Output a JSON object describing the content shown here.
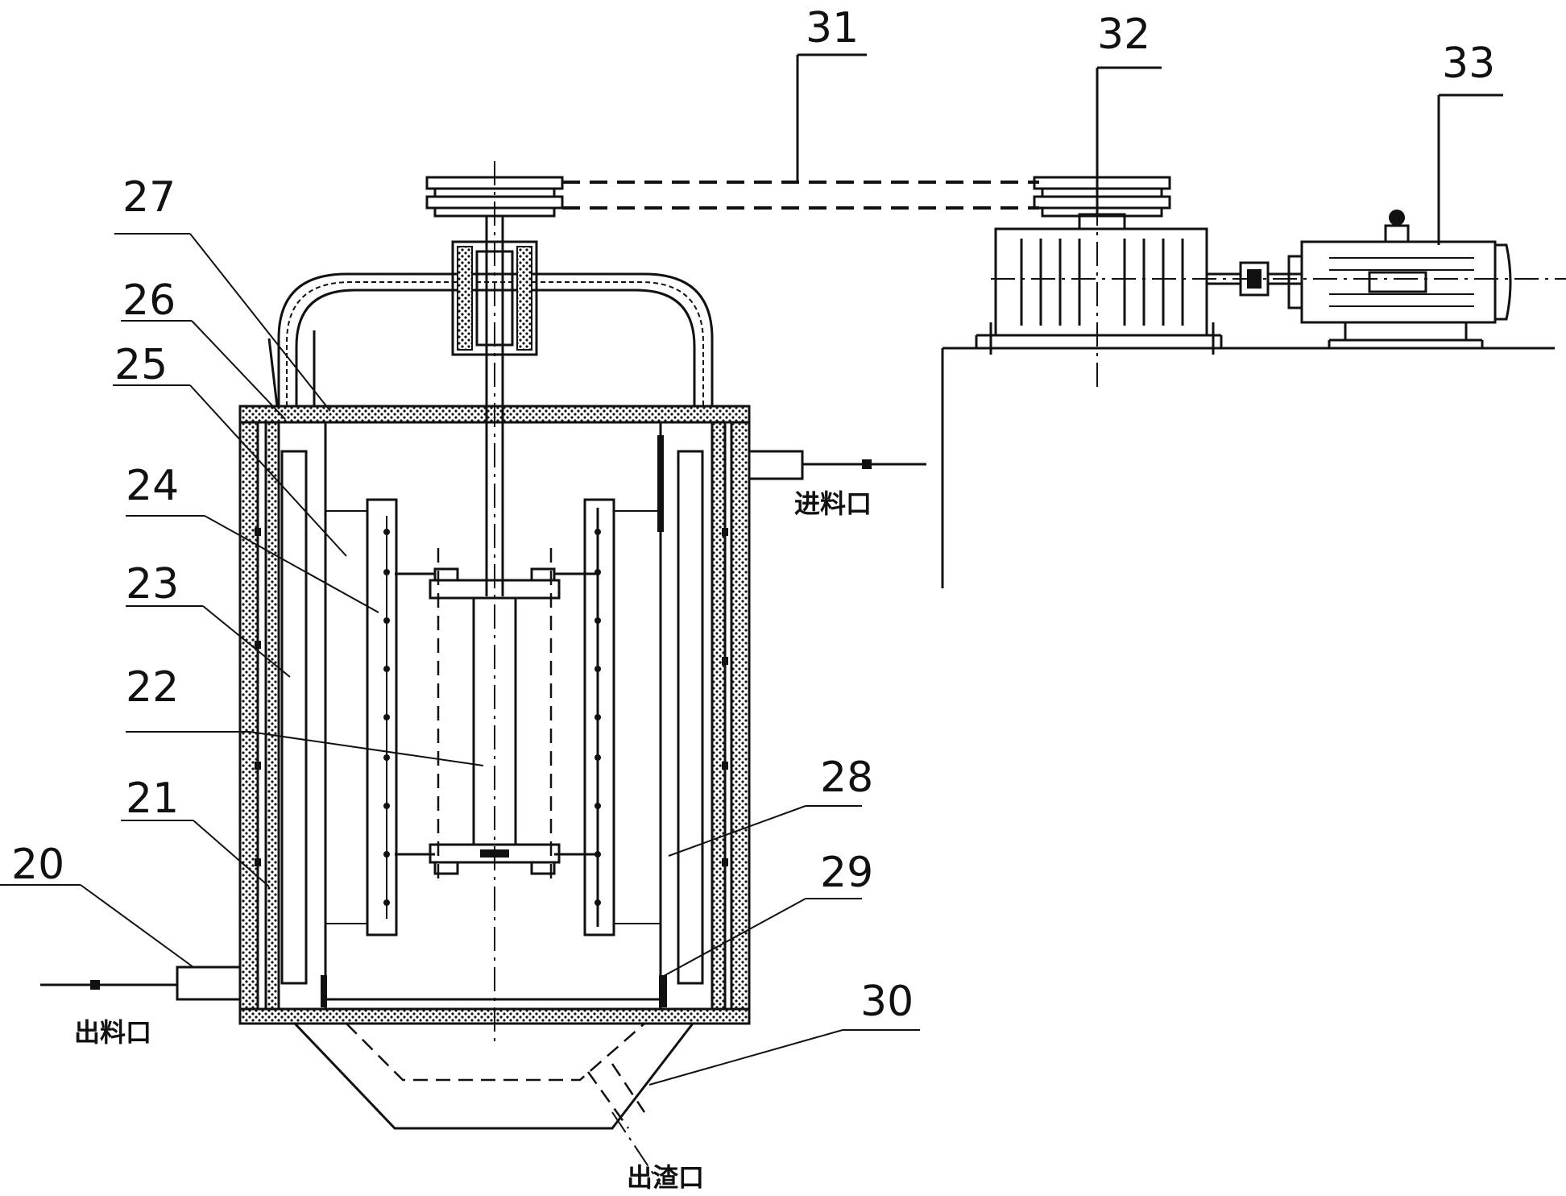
{
  "labels": {
    "n20": "20",
    "n21": "21",
    "n22": "22",
    "n23": "23",
    "n24": "24",
    "n25": "25",
    "n26": "26",
    "n27": "27",
    "n28": "28",
    "n29": "29",
    "n30": "30",
    "n31": "31",
    "n32": "32",
    "n33": "33"
  },
  "ports": {
    "inlet": "进料口",
    "outlet": "出料口",
    "residue_outlet": "出渣口"
  },
  "colors": {
    "line": "#111111",
    "background": "#ffffff"
  }
}
